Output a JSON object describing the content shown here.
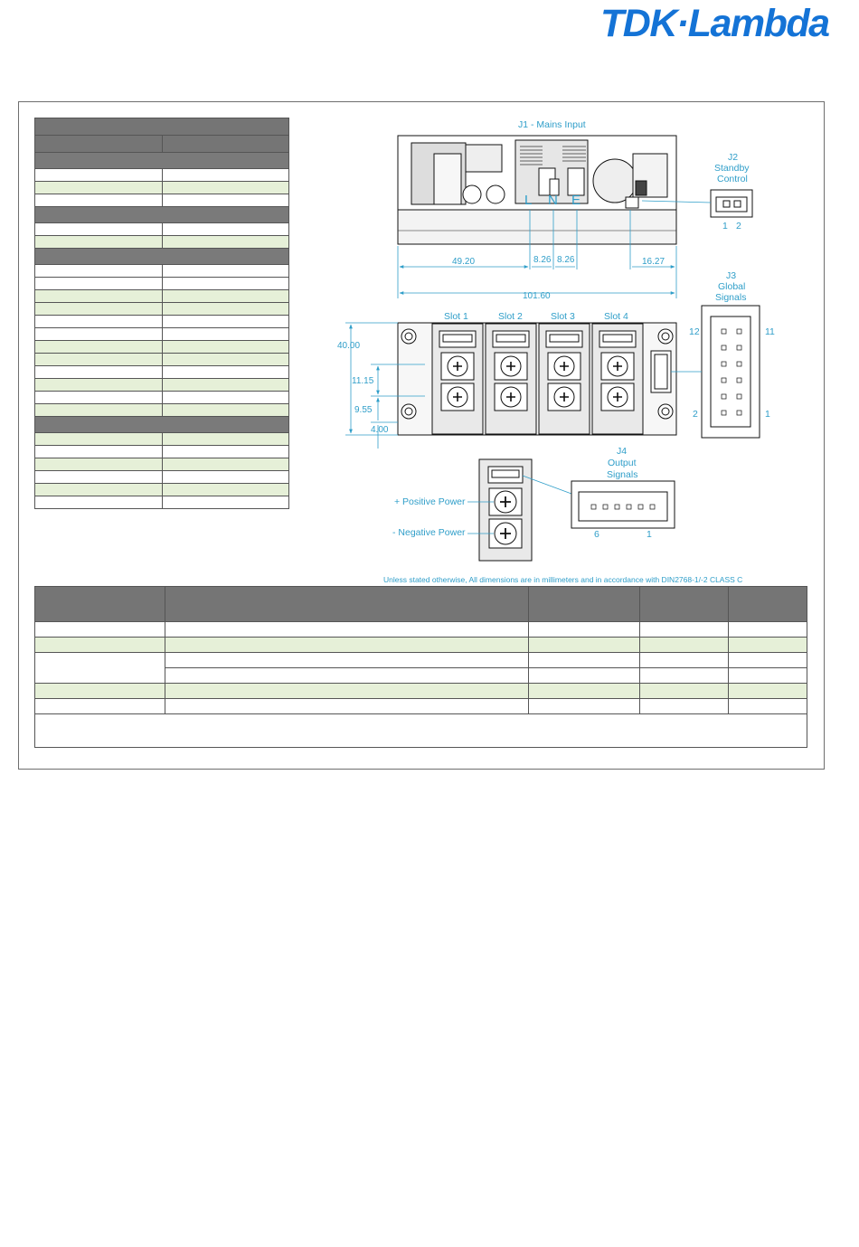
{
  "logo": {
    "text": "TDK·Lambda",
    "color": "#1473d6"
  },
  "drawing": {
    "j1_label": "J1 - Mains Input",
    "j2_label_1": "J2",
    "j2_label_2": "Standby",
    "j2_label_3": "Control",
    "j2_pin_1": "1",
    "j2_pin_2": "2",
    "lne": [
      "L",
      "N",
      "E"
    ],
    "dim_49": "49.20",
    "dim_826a": "8.26",
    "dim_826b": "8.26",
    "dim_1627": "16.27",
    "dim_10160": "101.60",
    "j3_label_1": "J3",
    "j3_label_2": "Global",
    "j3_label_3": "Signals",
    "j3_pin_12": "12",
    "j3_pin_11": "11",
    "j3_pin_2": "2",
    "j3_pin_1": "1",
    "slots": [
      "Slot 1",
      "Slot 2",
      "Slot 3",
      "Slot 4"
    ],
    "dim_40": "40.00",
    "dim_1115": "11.15",
    "dim_955": "9.55",
    "dim_4": "4.00",
    "j4_label_1": "J4",
    "j4_label_2": "Output",
    "j4_label_3": "Signals",
    "j4_pin_6": "6",
    "j4_pin_1": "1",
    "pos_power": "+ Positive Power",
    "neg_power": "- Negative Power",
    "note": "Unless stated otherwise, All dimensions are in millimeters and in accordance with DIN2768-1/-2 CLASS C"
  },
  "colors": {
    "dimension": "#2f9ec9",
    "table_header": "#757575",
    "row_highlight": "#e6f0d8"
  }
}
